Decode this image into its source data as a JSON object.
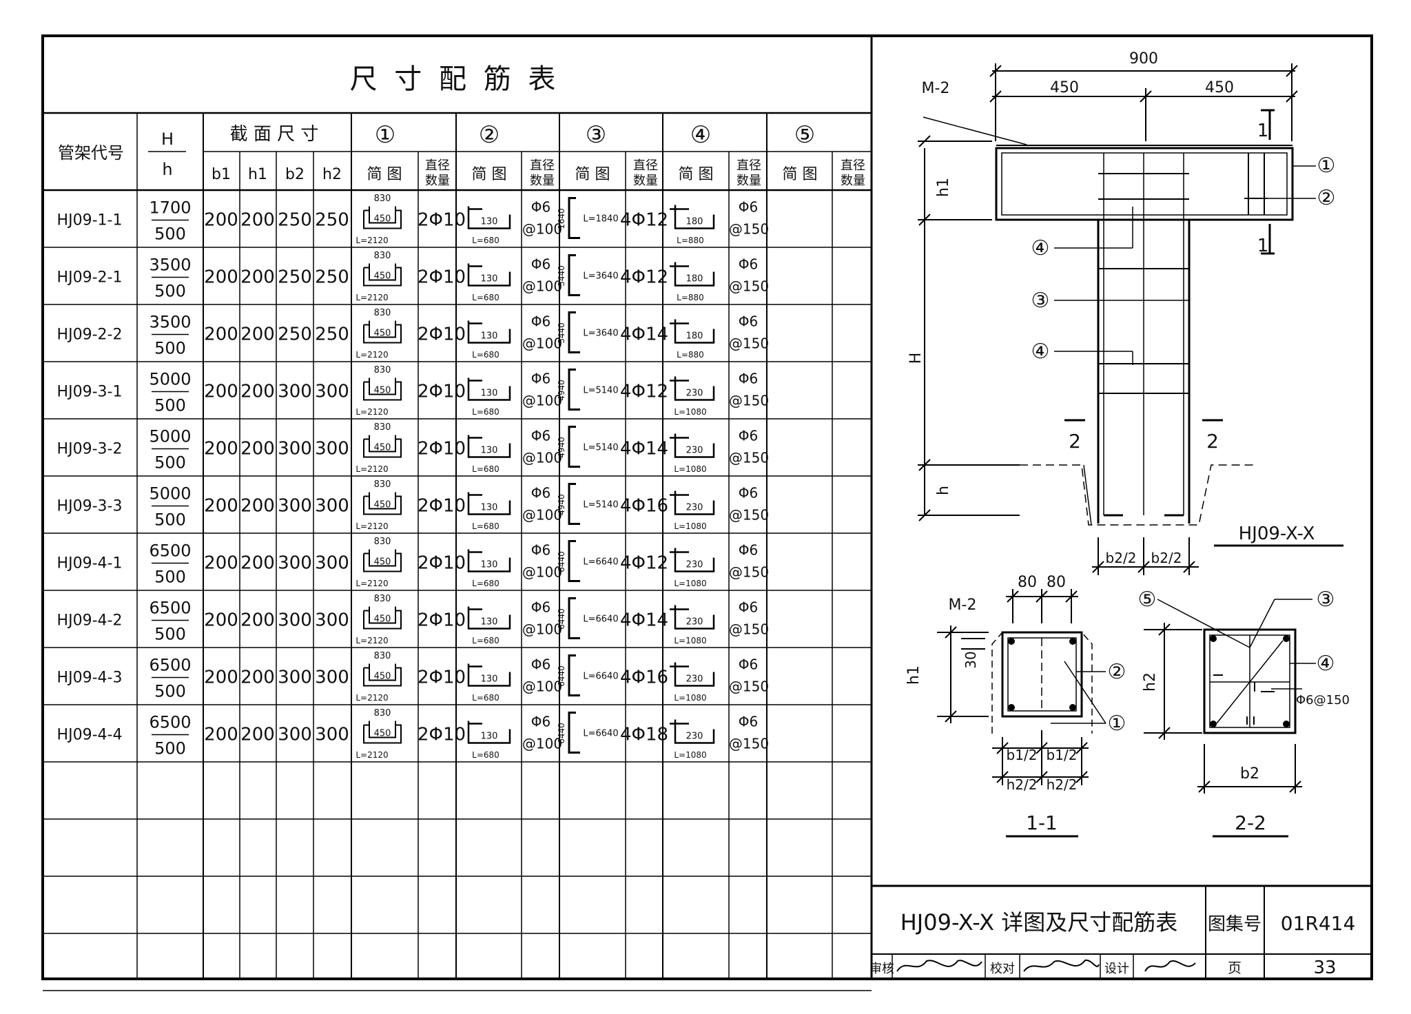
{
  "table": {
    "title": "尺 寸 配 筋 表",
    "col_code": "管架代号",
    "col_H": "H",
    "col_h": "h",
    "col_section": "截 面 尺 寸",
    "sub_b1": "b1",
    "sub_h1": "h1",
    "sub_b2": "b2",
    "sub_h2": "h2",
    "bar_groups": [
      "①",
      "②",
      "③",
      "④",
      "⑤"
    ],
    "sketch_label": "简 图",
    "qty_label_1": "直径",
    "qty_label_2": "数量",
    "rows": [
      {
        "code": "HJ09-1-1",
        "H": "1700",
        "h": "500",
        "b1": "200",
        "h1": "200",
        "b2": "250",
        "h2": "250",
        "s1": {
          "top": "830",
          "mid": "450",
          "L": "L=2120"
        },
        "q1": "2Φ10",
        "s2": {
          "w": "130",
          "L": "L=680"
        },
        "q2a": "Φ6",
        "q2b": "@100",
        "s3": {
          "v": "1640",
          "L": "L=1840"
        },
        "q3": "4Φ12",
        "s4": {
          "w": "180",
          "L": "L=880"
        },
        "q4a": "Φ6",
        "q4b": "@150"
      },
      {
        "code": "HJ09-2-1",
        "H": "3500",
        "h": "500",
        "b1": "200",
        "h1": "200",
        "b2": "250",
        "h2": "250",
        "s1": {
          "top": "830",
          "mid": "450",
          "L": "L=2120"
        },
        "q1": "2Φ10",
        "s2": {
          "w": "130",
          "L": "L=680"
        },
        "q2a": "Φ6",
        "q2b": "@100",
        "s3": {
          "v": "3440",
          "L": "L=3640"
        },
        "q3": "4Φ12",
        "s4": {
          "w": "180",
          "L": "L=880"
        },
        "q4a": "Φ6",
        "q4b": "@150"
      },
      {
        "code": "HJ09-2-2",
        "H": "3500",
        "h": "500",
        "b1": "200",
        "h1": "200",
        "b2": "250",
        "h2": "250",
        "s1": {
          "top": "830",
          "mid": "450",
          "L": "L=2120"
        },
        "q1": "2Φ10",
        "s2": {
          "w": "130",
          "L": "L=680"
        },
        "q2a": "Φ6",
        "q2b": "@100",
        "s3": {
          "v": "3440",
          "L": "L=3640"
        },
        "q3": "4Φ14",
        "s4": {
          "w": "180",
          "L": "L=880"
        },
        "q4a": "Φ6",
        "q4b": "@150"
      },
      {
        "code": "HJ09-3-1",
        "H": "5000",
        "h": "500",
        "b1": "200",
        "h1": "200",
        "b2": "300",
        "h2": "300",
        "s1": {
          "top": "830",
          "mid": "450",
          "L": "L=2120"
        },
        "q1": "2Φ10",
        "s2": {
          "w": "130",
          "L": "L=680"
        },
        "q2a": "Φ6",
        "q2b": "@100",
        "s3": {
          "v": "4940",
          "L": "L=5140"
        },
        "q3": "4Φ12",
        "s4": {
          "w": "230",
          "L": "L=1080"
        },
        "q4a": "Φ6",
        "q4b": "@150"
      },
      {
        "code": "HJ09-3-2",
        "H": "5000",
        "h": "500",
        "b1": "200",
        "h1": "200",
        "b2": "300",
        "h2": "300",
        "s1": {
          "top": "830",
          "mid": "450",
          "L": "L=2120"
        },
        "q1": "2Φ10",
        "s2": {
          "w": "130",
          "L": "L=680"
        },
        "q2a": "Φ6",
        "q2b": "@100",
        "s3": {
          "v": "4940",
          "L": "L=5140"
        },
        "q3": "4Φ14",
        "s4": {
          "w": "230",
          "L": "L=1080"
        },
        "q4a": "Φ6",
        "q4b": "@150"
      },
      {
        "code": "HJ09-3-3",
        "H": "5000",
        "h": "500",
        "b1": "200",
        "h1": "200",
        "b2": "300",
        "h2": "300",
        "s1": {
          "top": "830",
          "mid": "450",
          "L": "L=2120"
        },
        "q1": "2Φ10",
        "s2": {
          "w": "130",
          "L": "L=680"
        },
        "q2a": "Φ6",
        "q2b": "@100",
        "s3": {
          "v": "4940",
          "L": "L=5140"
        },
        "q3": "4Φ16",
        "s4": {
          "w": "230",
          "L": "L=1080"
        },
        "q4a": "Φ6",
        "q4b": "@150"
      },
      {
        "code": "HJ09-4-1",
        "H": "6500",
        "h": "500",
        "b1": "200",
        "h1": "200",
        "b2": "300",
        "h2": "300",
        "s1": {
          "top": "830",
          "mid": "450",
          "L": "L=2120"
        },
        "q1": "2Φ10",
        "s2": {
          "w": "130",
          "L": "L=680"
        },
        "q2a": "Φ6",
        "q2b": "@100",
        "s3": {
          "v": "6440",
          "L": "L=6640"
        },
        "q3": "4Φ12",
        "s4": {
          "w": "230",
          "L": "L=1080"
        },
        "q4a": "Φ6",
        "q4b": "@150"
      },
      {
        "code": "HJ09-4-2",
        "H": "6500",
        "h": "500",
        "b1": "200",
        "h1": "200",
        "b2": "300",
        "h2": "300",
        "s1": {
          "top": "830",
          "mid": "450",
          "L": "L=2120"
        },
        "q1": "2Φ10",
        "s2": {
          "w": "130",
          "L": "L=680"
        },
        "q2a": "Φ6",
        "q2b": "@100",
        "s3": {
          "v": "6440",
          "L": "L=6640"
        },
        "q3": "4Φ14",
        "s4": {
          "w": "230",
          "L": "L=1080"
        },
        "q4a": "Φ6",
        "q4b": "@150"
      },
      {
        "code": "HJ09-4-3",
        "H": "6500",
        "h": "500",
        "b1": "200",
        "h1": "200",
        "b2": "300",
        "h2": "300",
        "s1": {
          "top": "830",
          "mid": "450",
          "L": "L=2120"
        },
        "q1": "2Φ10",
        "s2": {
          "w": "130",
          "L": "L=680"
        },
        "q2a": "Φ6",
        "q2b": "@100",
        "s3": {
          "v": "6440",
          "L": "L=6640"
        },
        "q3": "4Φ16",
        "s4": {
          "w": "230",
          "L": "L=1080"
        },
        "q4a": "Φ6",
        "q4b": "@150"
      },
      {
        "code": "HJ09-4-4",
        "H": "6500",
        "h": "500",
        "b1": "200",
        "h1": "200",
        "b2": "300",
        "h2": "300",
        "s1": {
          "top": "830",
          "mid": "450",
          "L": "L=2120"
        },
        "q1": "2Φ10",
        "s2": {
          "w": "130",
          "L": "L=680"
        },
        "q2a": "Φ6",
        "q2b": "@100",
        "s3": {
          "v": "6440",
          "L": "L=6640"
        },
        "q3": "4Φ18",
        "s4": {
          "w": "230",
          "L": "L=1080"
        },
        "q4a": "Φ6",
        "q4b": "@150"
      }
    ]
  },
  "elevation": {
    "dim_total": "900",
    "dim_left": "450",
    "dim_right": "450",
    "plate": "M-2",
    "label_h1": "h1",
    "label_H": "H",
    "label_h": "h",
    "section_mark_1": "1",
    "section_mark_2": "2",
    "bar_tags": [
      "①",
      "②",
      "④",
      "③",
      "④"
    ],
    "dim_b2_half": "b2/2",
    "title": "HJ09-X-X"
  },
  "section_1": {
    "dim_80a": "80",
    "dim_80b": "80",
    "plate": "M-2",
    "dim_30": "30",
    "label_h1": "h1",
    "tag_2": "②",
    "tag_1": "①",
    "dim_b1_half": "b1/2",
    "dim_h2_half": "h2/2",
    "title": "1-1"
  },
  "section_2": {
    "tag_5": "⑤",
    "tag_3": "③",
    "tag_4": "④",
    "stirrup": "Φ6@150",
    "label_h2": "h2",
    "label_b2": "b2",
    "title": "2-2"
  },
  "title_block": {
    "drawing_title": "HJ09-X-X 详图及尺寸配筋表",
    "atlas_label": "图集号",
    "atlas_no": "01R414",
    "review_label": "审核",
    "check_label": "校对",
    "design_label": "设计",
    "page_label": "页",
    "page_no": "33"
  }
}
